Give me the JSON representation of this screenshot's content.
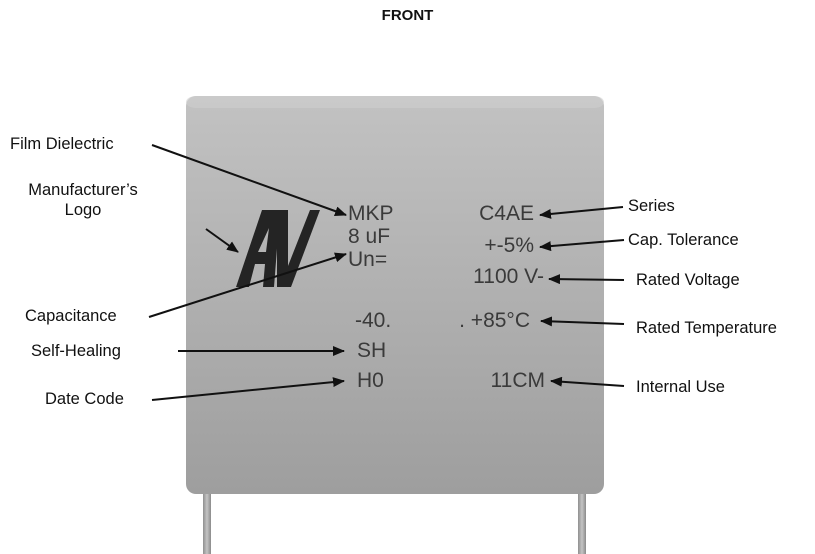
{
  "title": "FRONT",
  "colors": {
    "body_top": "#c2c2c2",
    "body_bottom": "#9e9e9e",
    "print": "#3a3a3a",
    "leads": "#a9a9a9",
    "label_text": "#111111"
  },
  "logo": {
    "name": "AV-logo"
  },
  "capacitor": {
    "col1": [
      "MKP",
      "8 uF",
      "Un=",
      "-40.",
      "SH",
      "H0"
    ],
    "col2": [
      "C4AE",
      "+-5%",
      "1100 V-",
      ". +85°C",
      "11CM"
    ]
  },
  "labels": {
    "film_dielectric": "Film Dielectric",
    "manufacturer_logo": "Manufacturer’s\nLogo",
    "capacitance": "Capacitance",
    "self_healing": "Self-Healing",
    "date_code": "Date Code",
    "series": "Series",
    "cap_tolerance": "Cap. Tolerance",
    "rated_voltage": "Rated Voltage",
    "rated_temperature": "Rated Temperature",
    "internal_use": "Internal Use"
  }
}
